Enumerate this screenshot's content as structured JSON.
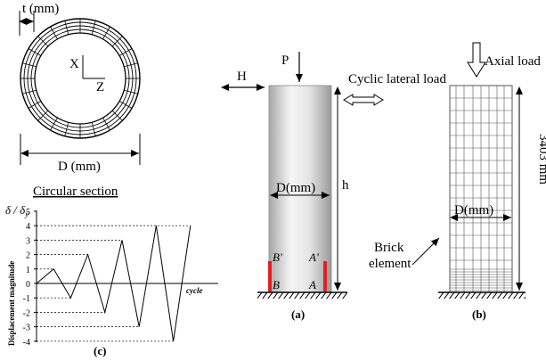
{
  "section": {
    "thickness_label": "t (mm)",
    "axis_x": "X",
    "axis_z": "Z",
    "diameter_label": "D (mm)",
    "title": "Circular section"
  },
  "chart_data": {
    "type": "line",
    "title": "",
    "ylabel_ratio": "δ / δ",
    "ylabel_ratio_sub": "y",
    "ylabel": "Displacement magnitude",
    "xlabel": "cycle",
    "yticks": [
      "5",
      "4",
      "3",
      "2",
      "1",
      "0",
      "-1",
      "-2",
      "-3",
      "-4"
    ],
    "ylim": [
      -4,
      5
    ],
    "series": [
      {
        "x": [
          0,
          1,
          2,
          3,
          4,
          5,
          6,
          7,
          8,
          9
        ],
        "values": [
          0,
          1,
          -1,
          2,
          -2,
          3,
          -3,
          4,
          -4,
          4
        ]
      }
    ],
    "grid": false,
    "caption": "(c)"
  },
  "column_a": {
    "lateral_load": "H",
    "axial_load": "P",
    "diameter_label": "D(mm)",
    "height_label": "h",
    "point_b_prime": "B'",
    "point_a_prime": "A'",
    "point_b": "B",
    "point_a": "A",
    "caption": "(a)"
  },
  "column_b": {
    "cyclic_lateral_load": "Cyclic lateral load",
    "axial_load": "Axial load",
    "diameter_label": "D(mm)",
    "height_label": "3403 mm",
    "element_label_1": "Brick",
    "element_label_2": "element",
    "caption": "(b)"
  },
  "colors": {
    "line": "#000000",
    "highlight": "#e02020",
    "column_shade_dark": "#9a9a9a",
    "column_shade_light": "#f4f4f4",
    "mesh": "#555555"
  }
}
